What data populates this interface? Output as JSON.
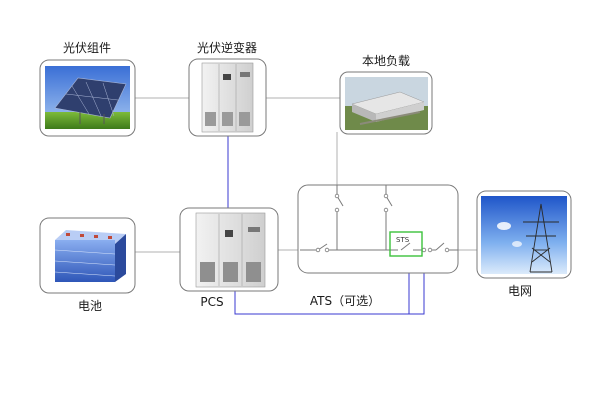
{
  "labels": {
    "pv_modules": "光伏组件",
    "pv_inverter": "光伏逆变器",
    "local_load": "本地负载",
    "battery": "电池",
    "pcs": "PCS",
    "grid": "电网",
    "ats": "ATS（可选）",
    "sts": "STS"
  },
  "colors": {
    "ac_line": "#b0b0b0",
    "control_line": "#3a3ad0",
    "sts_highlight": "#3cc23c",
    "box_border": "#7a7a7a"
  }
}
